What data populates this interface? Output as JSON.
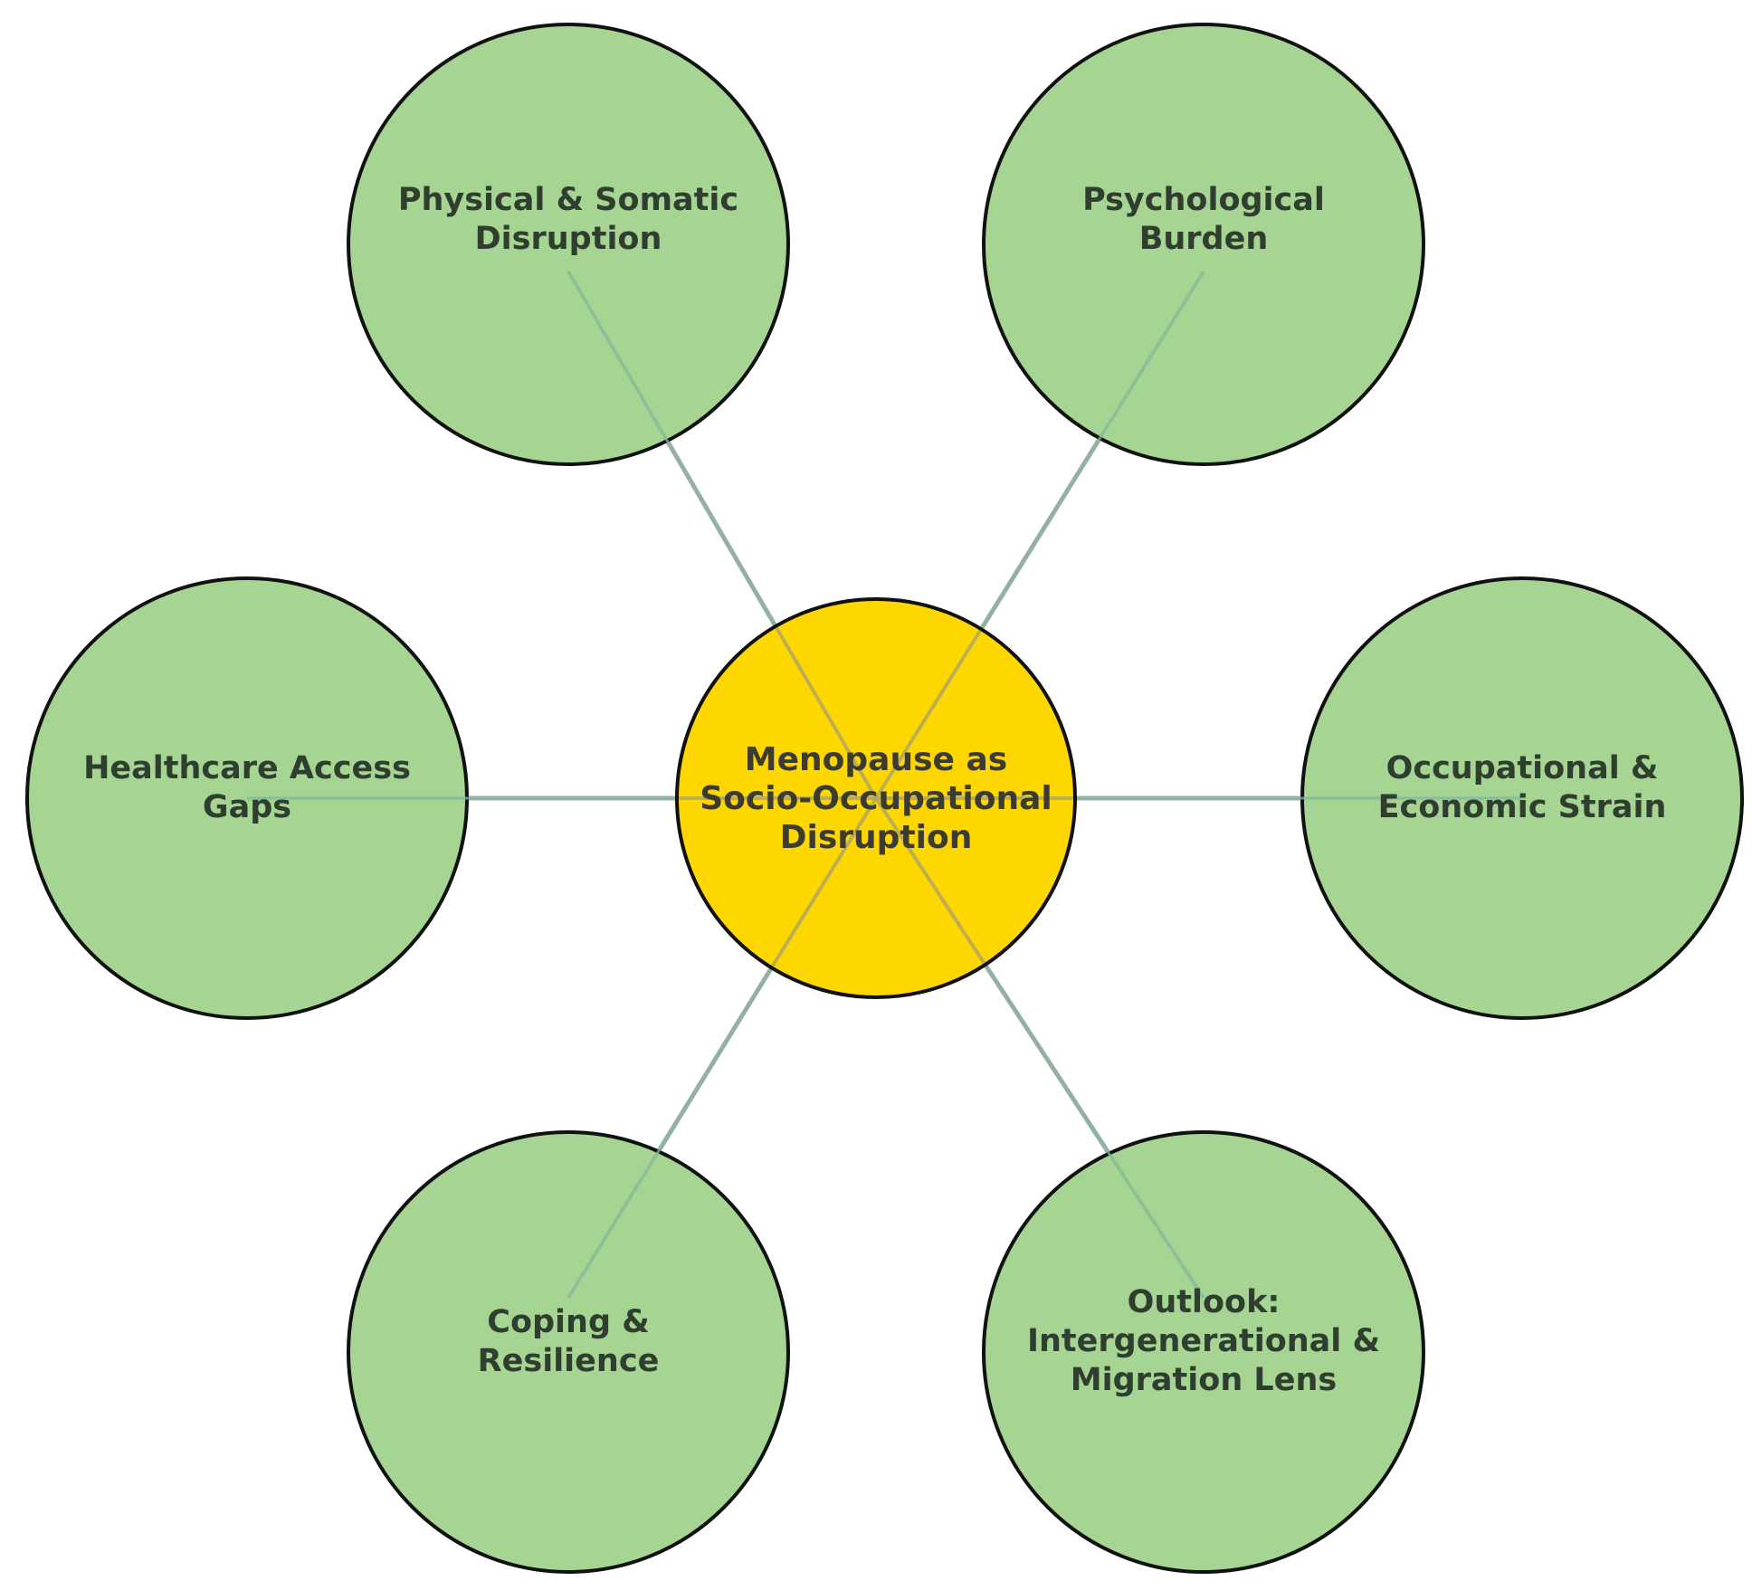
{
  "diagram": {
    "center": {
      "lines": [
        "Menopause as",
        "Socio-Occupational",
        "Disruption"
      ],
      "color": "#FFD700"
    },
    "node_color": "#9ED08A",
    "outline_color": "#111111",
    "connector_color": "#A9AAA4",
    "nodes": [
      {
        "id": "physical",
        "lines": [
          "Physical & Somatic",
          "Disruption"
        ]
      },
      {
        "id": "psychological",
        "lines": [
          "Psychological",
          "Burden"
        ]
      },
      {
        "id": "healthcare",
        "lines": [
          "Healthcare Access",
          "Gaps"
        ]
      },
      {
        "id": "occupational",
        "lines": [
          "Occupational &",
          "Economic Strain"
        ]
      },
      {
        "id": "coping",
        "lines": [
          "Coping &",
          "Resilience"
        ]
      },
      {
        "id": "outlook",
        "lines": [
          "Outlook:",
          "Intergenerational &",
          "Migration Lens"
        ]
      }
    ]
  }
}
